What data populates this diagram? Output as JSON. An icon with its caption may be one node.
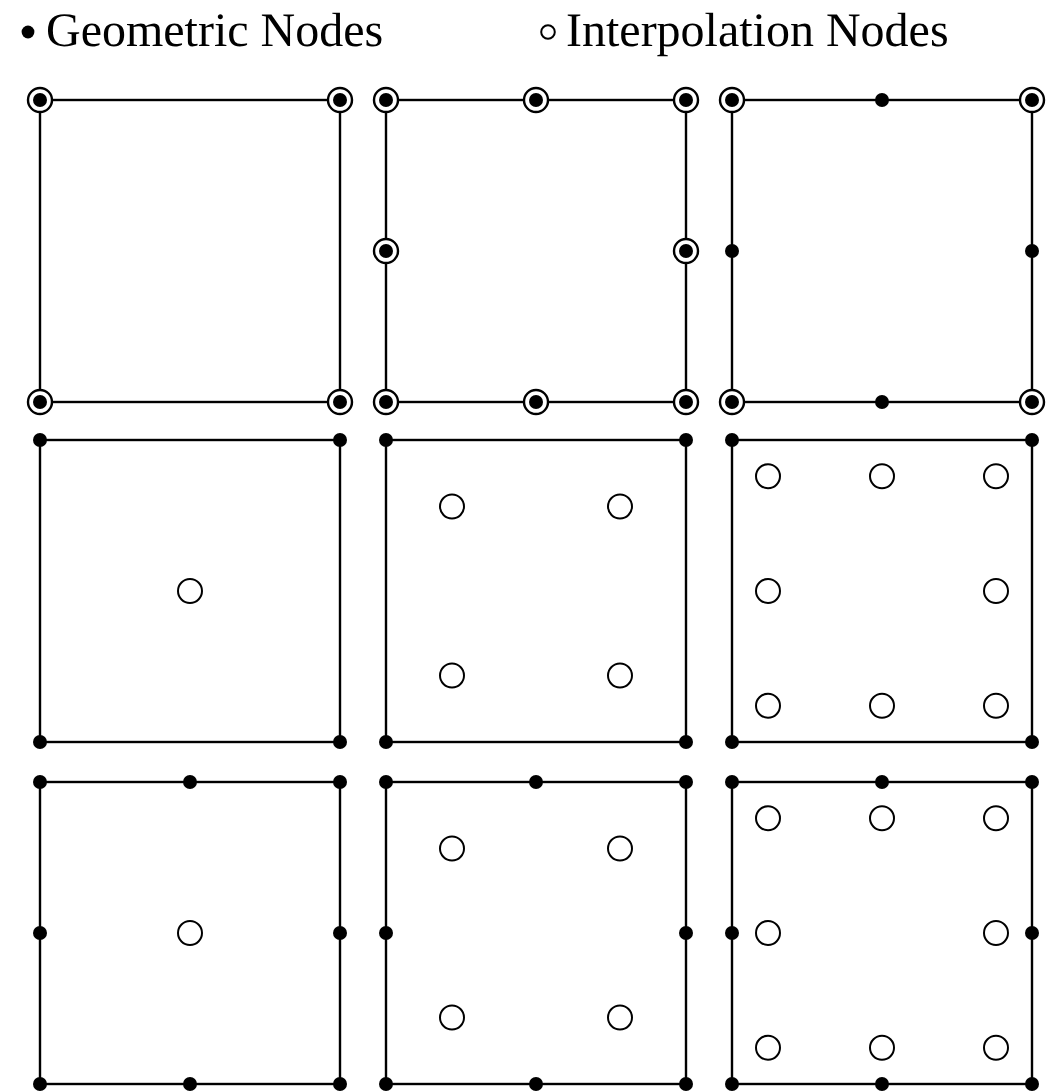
{
  "diagram": {
    "nodes": [
      {
        "text": [],
        "shape": "box"
      },
      {
        "text": [],
        "shape": "box"
      },
      {
        "text": [],
        "shape": "box"
      },
      {
        "text": [],
        "shape": "box"
      },
      {
        "text": [],
        "shape": "box"
      },
      {
        "text": [],
        "shape": "box"
      },
      {
        "text": [],
        "shape": "box"
      },
      {
        "text": [],
        "shape": "box"
      },
      {
        "text": [],
        "shape": "box"
      }
    ],
    "legend": [
      {
        "text": "Geometric Nodes"
      },
      {
        "text": "Interpolation Nodes"
      }
    ]
  }
}
